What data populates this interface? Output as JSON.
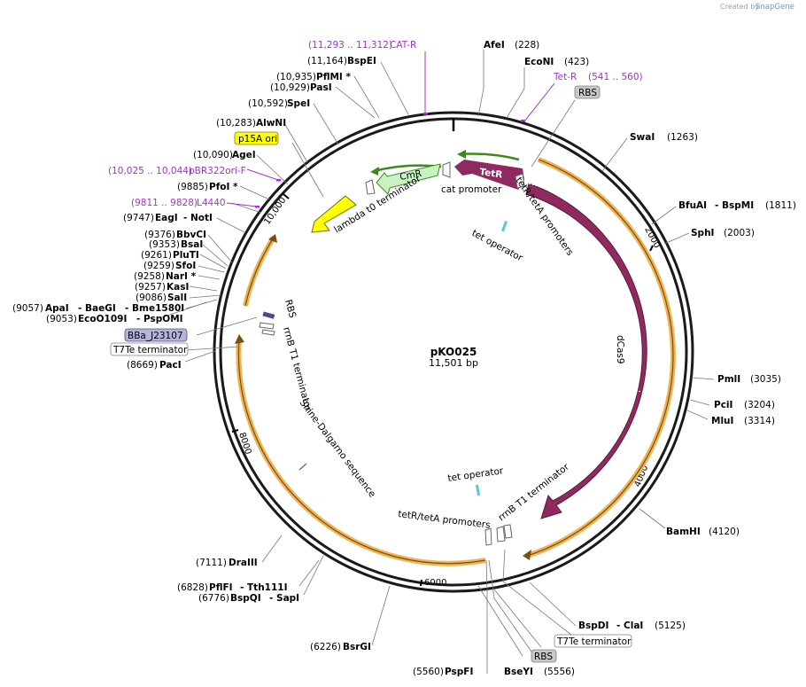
{
  "credit": {
    "created_by": "Created by",
    "app": "SnapGene"
  },
  "plasmid": {
    "name": "pKO025",
    "size": "11,501 bp"
  },
  "ticks": [
    "2000",
    "4000",
    "6000",
    "8000",
    "10,000"
  ],
  "sites": [
    {
      "name": "AfeI",
      "pos": "(228)"
    },
    {
      "name": "EcoNI",
      "pos": "(423)"
    },
    {
      "name": "SwaI",
      "pos": "(1263)"
    },
    {
      "name": "BfuAI",
      "pos": ""
    },
    {
      "name": "- BspMI",
      "pos": "(1811)"
    },
    {
      "name": "SphI",
      "pos": "(2003)"
    },
    {
      "name": "PmlI",
      "pos": "(3035)"
    },
    {
      "name": "PciI",
      "pos": "(3204)"
    },
    {
      "name": "MluI",
      "pos": "(3314)"
    },
    {
      "name": "BamHI",
      "pos": "(4120)"
    },
    {
      "name": "BspDI",
      "pos": ""
    },
    {
      "name": "- ClaI",
      "pos": "(5125)"
    },
    {
      "name": "BseYI",
      "pos": "(5556)"
    },
    {
      "name": "PspFI",
      "pos": "(5560)"
    },
    {
      "name": "BsrGI",
      "pos": "(6226)"
    },
    {
      "name": "BspQI",
      "pos": "(6776)"
    },
    {
      "name": "- SapI",
      "pos": ""
    },
    {
      "name": "PflFI",
      "pos": "(6828)"
    },
    {
      "name": "- Tth111I",
      "pos": ""
    },
    {
      "name": "DraIII",
      "pos": "(7111)"
    },
    {
      "name": "PacI",
      "pos": "(8669)"
    },
    {
      "name": "EcoO109I",
      "pos": "(9053)"
    },
    {
      "name": "- PspOMI",
      "pos": ""
    },
    {
      "name": "ApaI",
      "pos": "(9057)"
    },
    {
      "name": "- BaeGI",
      "pos": ""
    },
    {
      "name": "- Bme1580I",
      "pos": ""
    },
    {
      "name": "SalI",
      "pos": "(9086)"
    },
    {
      "name": "KasI",
      "pos": "(9257)"
    },
    {
      "name": "NarI *",
      "pos": "(9258)"
    },
    {
      "name": "SfoI",
      "pos": "(9259)"
    },
    {
      "name": "PluTI",
      "pos": "(9261)"
    },
    {
      "name": "BsaI",
      "pos": "(9353)"
    },
    {
      "name": "BbvCI",
      "pos": "(9376)"
    },
    {
      "name": "EagI",
      "pos": "(9747)"
    },
    {
      "name": "- NotI",
      "pos": ""
    },
    {
      "name": "PfoI *",
      "pos": "(9885)"
    },
    {
      "name": "AgeI",
      "pos": "(10,090)"
    },
    {
      "name": "AlwNI",
      "pos": "(10,283)"
    },
    {
      "name": "SpeI",
      "pos": "(10,592)"
    },
    {
      "name": "PasI",
      "pos": "(10,929)"
    },
    {
      "name": "PflMI *",
      "pos": "(10,935)"
    },
    {
      "name": "BspEI",
      "pos": "(11,164)"
    }
  ],
  "primers": [
    {
      "name": "CAT-R",
      "range": "(11,293 .. 11,312)"
    },
    {
      "name": "Tet-R",
      "range": "(541 .. 560)"
    },
    {
      "name": "pBR322ori-F",
      "range": "(10,025 .. 10,044)"
    },
    {
      "name": "L4440",
      "range": "(9811 .. 9828)"
    }
  ],
  "features": {
    "tetR": "TetR",
    "cmR": "CmR",
    "dcas9": "dCas9",
    "p15a": "p15A ori",
    "rbs": "RBS",
    "j23107": "BBa_J23107",
    "t7te": "T7Te terminator",
    "cat_promoter": "cat promoter",
    "lambda_t0": "lambda t0 terminator",
    "tetr_teta_promoters": "tetR/tetA promoters",
    "tet_operator": "tet operator",
    "rrnb_t1": "rrnB T1 terminator",
    "shine_dalgarno": "Shine-Dalgarno sequence"
  }
}
